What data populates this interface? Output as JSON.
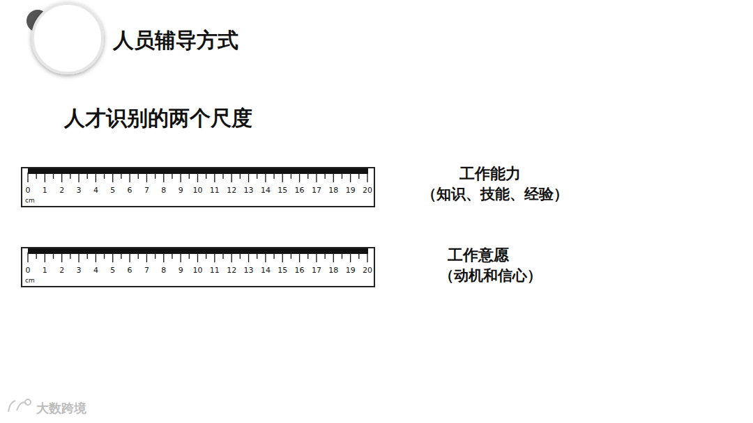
{
  "diagram": {
    "title": "人员辅导方式",
    "nodes": [
      {
        "text": [
          "0",
          "1",
          "2",
          "3",
          "4",
          "5",
          "6",
          "7",
          "8",
          "9",
          "10",
          "11",
          "12",
          "13",
          "14",
          "15",
          "16",
          "17",
          "18",
          "19",
          "20",
          "cm"
        ]
      },
      {
        "text": [
          "0",
          "1",
          "2",
          "3",
          "4",
          "5",
          "6",
          "7",
          "8",
          "9",
          "10",
          "11",
          "12",
          "13",
          "14",
          "15",
          "16",
          "17",
          "18",
          "19",
          "20",
          "cm"
        ]
      }
    ],
    "labels": [
      "人才识别的两个尺度",
      "工作能力",
      "（知识、技能、经验）",
      "工作意愿",
      "（动机和信心）",
      "大数跨境"
    ]
  }
}
